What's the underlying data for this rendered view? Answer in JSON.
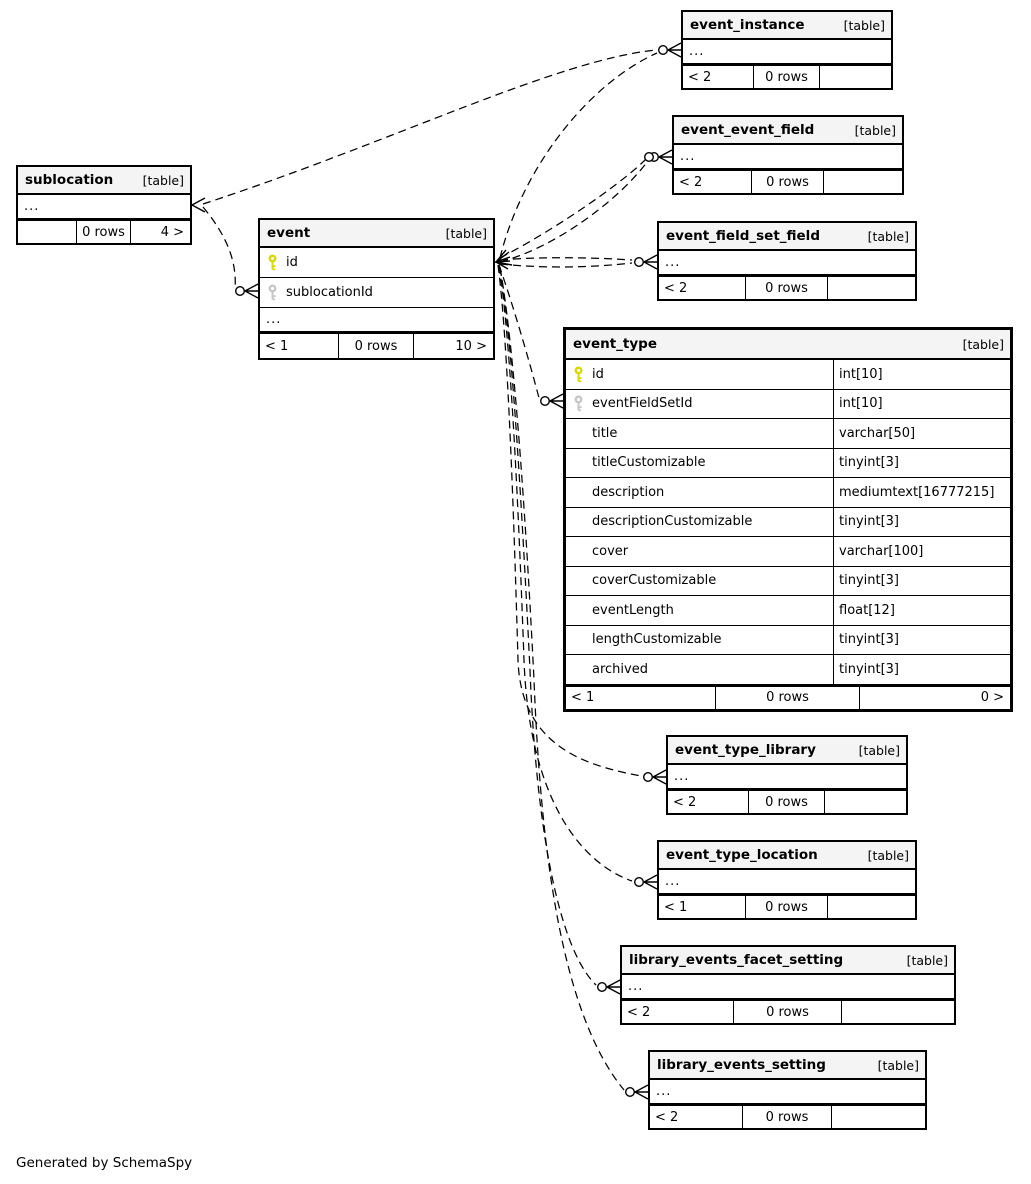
{
  "tag": "[table]",
  "credit": "Generated by SchemaSpy",
  "colors": {
    "header_bg": "#f4f4f4",
    "border": "#000000",
    "pk_key": "#d9d900",
    "fk_key": "#c6c6c6",
    "background": "#ffffff"
  },
  "tables": [
    {
      "name": "sublocation",
      "columns": [
        {
          "name": "..."
        }
      ],
      "footer": {
        "left": "",
        "center": "0 rows",
        "right": "4 >"
      }
    },
    {
      "name": "event",
      "columns": [
        {
          "name": "id",
          "key": "pk"
        },
        {
          "name": "sublocationId",
          "key": "fk"
        },
        {
          "name": "..."
        }
      ],
      "footer": {
        "left": "< 1",
        "center": "0 rows",
        "right": "10 >"
      }
    },
    {
      "name": "event_instance",
      "columns": [
        {
          "name": "..."
        }
      ],
      "footer": {
        "left": "< 2",
        "center": "0 rows",
        "right": ""
      }
    },
    {
      "name": "event_event_field",
      "columns": [
        {
          "name": "..."
        }
      ],
      "footer": {
        "left": "< 2",
        "center": "0 rows",
        "right": ""
      }
    },
    {
      "name": "event_field_set_field",
      "columns": [
        {
          "name": "..."
        }
      ],
      "footer": {
        "left": "< 2",
        "center": "0 rows",
        "right": ""
      }
    },
    {
      "name": "event_type",
      "columns": [
        {
          "name": "id",
          "type": "int[10]",
          "key": "pk"
        },
        {
          "name": "eventFieldSetId",
          "type": "int[10]",
          "key": "fk"
        },
        {
          "name": "title",
          "type": "varchar[50]"
        },
        {
          "name": "titleCustomizable",
          "type": "tinyint[3]"
        },
        {
          "name": "description",
          "type": "mediumtext[16777215]"
        },
        {
          "name": "descriptionCustomizable",
          "type": "tinyint[3]"
        },
        {
          "name": "cover",
          "type": "varchar[100]"
        },
        {
          "name": "coverCustomizable",
          "type": "tinyint[3]"
        },
        {
          "name": "eventLength",
          "type": "float[12]"
        },
        {
          "name": "lengthCustomizable",
          "type": "tinyint[3]"
        },
        {
          "name": "archived",
          "type": "tinyint[3]"
        }
      ],
      "footer": {
        "left": "< 1",
        "center": "0 rows",
        "right": "0 >"
      }
    },
    {
      "name": "event_type_library",
      "columns": [
        {
          "name": "..."
        }
      ],
      "footer": {
        "left": "< 2",
        "center": "0 rows",
        "right": ""
      }
    },
    {
      "name": "event_type_location",
      "columns": [
        {
          "name": "..."
        }
      ],
      "footer": {
        "left": "< 1",
        "center": "0 rows",
        "right": ""
      }
    },
    {
      "name": "library_events_facet_setting",
      "columns": [
        {
          "name": "..."
        }
      ],
      "footer": {
        "left": "< 2",
        "center": "0 rows",
        "right": ""
      }
    },
    {
      "name": "library_events_setting",
      "columns": [
        {
          "name": "..."
        }
      ],
      "footer": {
        "left": "< 2",
        "center": "0 rows",
        "right": ""
      }
    }
  ]
}
